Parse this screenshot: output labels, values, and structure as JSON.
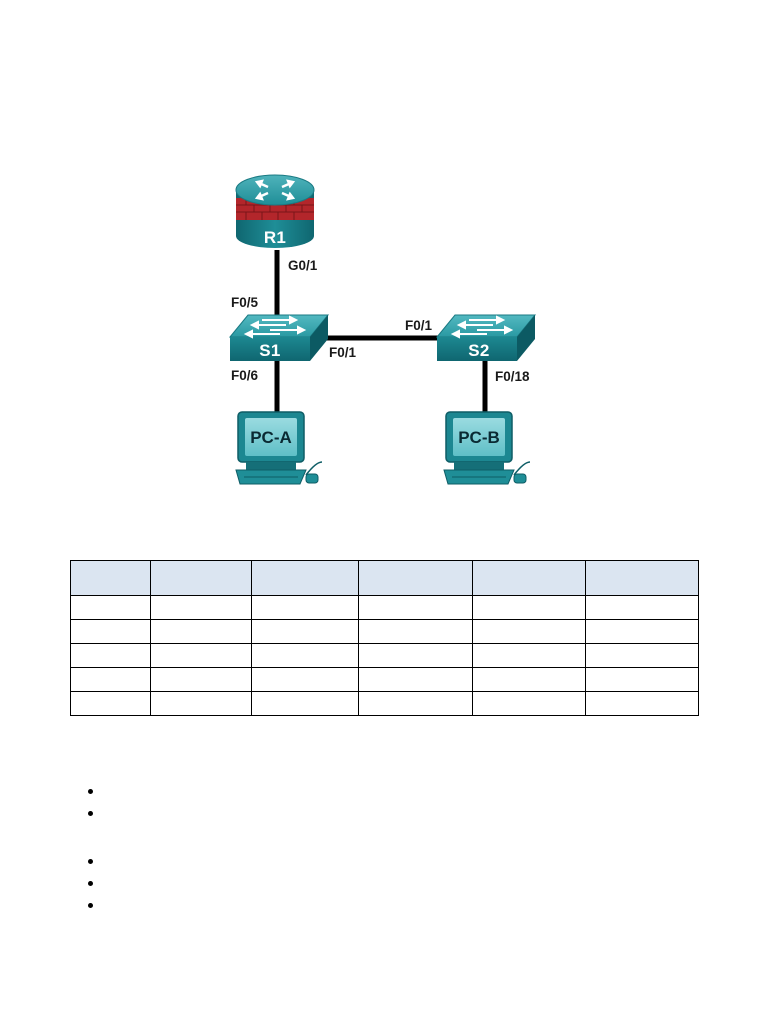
{
  "topology": {
    "devices": {
      "r1": "R1",
      "s1": "S1",
      "s2": "S2",
      "pca": "PC-A",
      "pcb": "PC-B"
    },
    "ports": {
      "r1_s1_router_side": "G0/1",
      "r1_s1_switch_side": "F0/5",
      "s1_pca": "F0/6",
      "s1_s2_s1_side": "F0/1",
      "s1_s2_s2_side": "F0/1",
      "s2_pcb": "F0/18"
    },
    "colors": {
      "device_teal": "#1f8e97",
      "device_dark": "#0e5d66",
      "router_brick": "#b3262b",
      "link": "#000000"
    }
  },
  "table": {
    "header_fill": "#dbe5f1",
    "columns": 6,
    "empty_rows": 5
  },
  "bullet_groups": [
    {
      "count": 2
    },
    {
      "count": 3
    }
  ]
}
